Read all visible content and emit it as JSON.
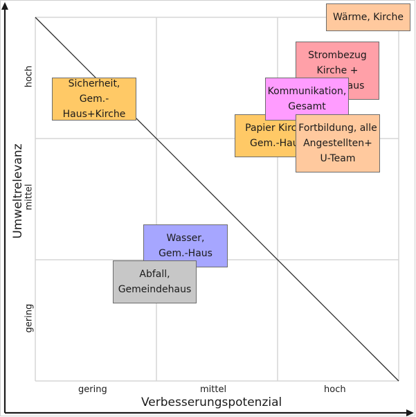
{
  "axes": {
    "x_title": "Verbesserungspotenzial",
    "y_title": "Umweltrelevanz",
    "x_ticks": [
      "gering",
      "mittel",
      "hoch"
    ],
    "y_ticks": [
      "hoch",
      "mittel",
      "gering"
    ]
  },
  "colors": {
    "orange": "#ffc966",
    "peach": "#ffc99e",
    "salmon": "#ffa0a8",
    "pink": "#ff9cff",
    "blue": "#a6a6ff",
    "gray": "#c7c7c7",
    "grid": "#d6d6d6"
  },
  "boxes": [
    {
      "id": "waerme",
      "text": "Wärme, Kirche"
    },
    {
      "id": "strombezug",
      "text": "Strombezug\nKirche +\nGem.-Haus"
    },
    {
      "id": "sicherheit",
      "text": "Sicherheit,\nGem.-Haus+Kirche"
    },
    {
      "id": "papier",
      "text": "Papier Kirche\nGem.-Haus"
    },
    {
      "id": "kommunikation",
      "text": "Kommunikation,\nGesamt"
    },
    {
      "id": "fortbildung",
      "text": "Fortbildung, alle\nAngestellten+\nU-Team"
    },
    {
      "id": "wasser",
      "text": "Wasser,\nGem.-Haus"
    },
    {
      "id": "abfall",
      "text": "Abfall,\nGemeindehaus"
    }
  ]
}
